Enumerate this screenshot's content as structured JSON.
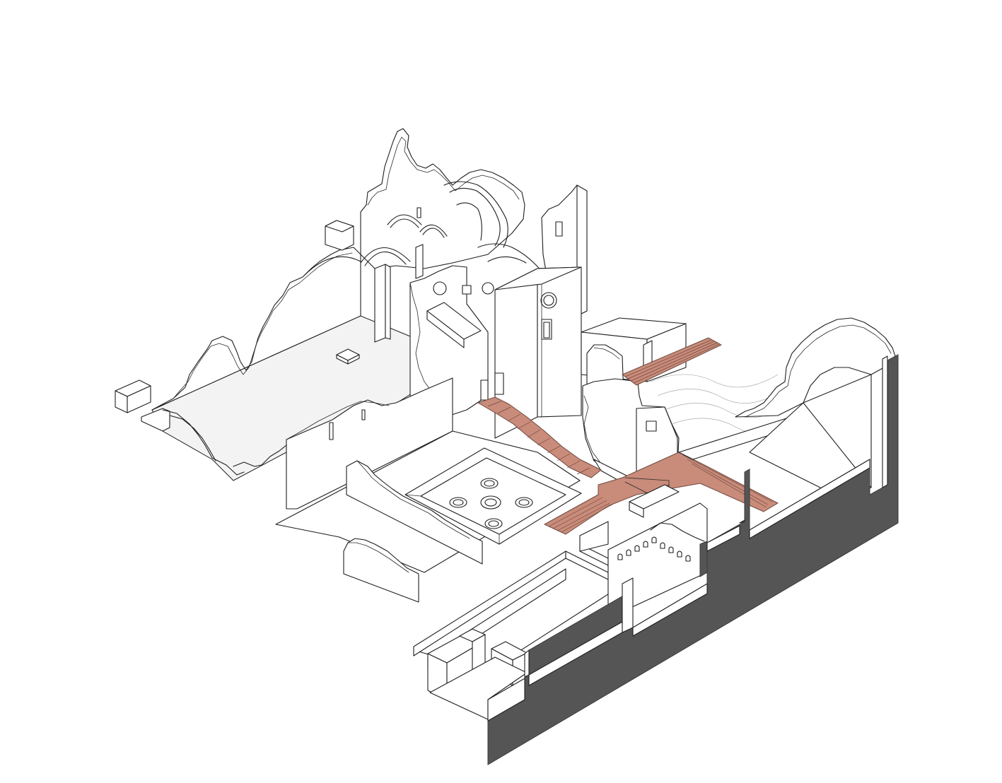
{
  "colors": {
    "background": "#ffffff",
    "line": "#1e1e1e",
    "wall_fill": "#ffffff",
    "floor_fill": "#f3f3f3",
    "timber_deck": "#c98b7a",
    "timber_deck_edge": "#6e4a3e",
    "section_cut": "#555555",
    "water_line": "#9a9a9a"
  },
  "elements": {
    "ruined_church": "ruined-church",
    "bell_tower": "bell-tower",
    "cloister_courtyard": "cloister-courtyard",
    "timber_walkway": "timber-walkway",
    "section_cut_wall": "section-cut-wall"
  }
}
